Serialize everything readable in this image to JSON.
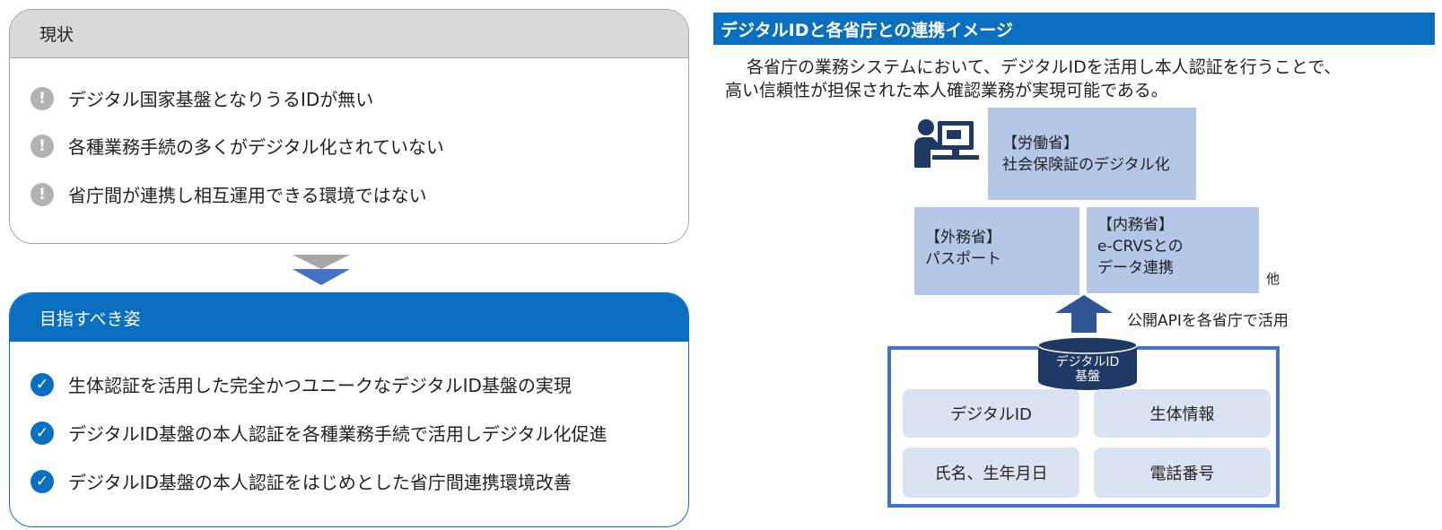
{
  "left": {
    "current": {
      "title": "現状",
      "items": [
        "デジタル国家基盤となりうるIDが無い",
        "各種業務手続の多くがデジタル化されていない",
        "省庁間が連携し相互運用できる環境ではない"
      ]
    },
    "goal": {
      "title": "目指すべき姿",
      "items": [
        "生体認証を活用した完全かつユニークなデジタルID基盤の実現",
        "デジタルID基盤の本人認証を各種業務手続で活用しデジタル化促進",
        "デジタルID基盤の本人認証をはじめとした省庁間連携環境改善"
      ]
    }
  },
  "right": {
    "title": "デジタルIDと各省庁との連携イメージ",
    "description_line1": "各省庁の業務システムにおいて、デジタルIDを活用し本人認証を行うことで、",
    "description_line2": "高い信頼性が担保された本人確認業務が実現可能である。",
    "labor": {
      "ministry": "【労働省】",
      "text": "社会保険証のデジタル化"
    },
    "foreign": {
      "ministry": "【外務省】",
      "text": "パスポート"
    },
    "interior": {
      "ministry": "【内務省】",
      "text1": "e-CRVSとの",
      "text2": "データ連携"
    },
    "others": "他",
    "api_label": "公開APIを各省庁で活用",
    "db_label_1": "デジタルID",
    "db_label_2": "基盤",
    "cells": [
      "デジタルID",
      "生体情報",
      "氏名、生年月日",
      "電話番号"
    ]
  },
  "colors": {
    "primary_blue": "#0b6fc1",
    "light_blue_box": "#b4c7e7",
    "pale_blue_cell": "#dae3f3",
    "frame_blue": "#4472c4",
    "dark_navy": "#1f3864",
    "gray": "#b2b2b2"
  }
}
